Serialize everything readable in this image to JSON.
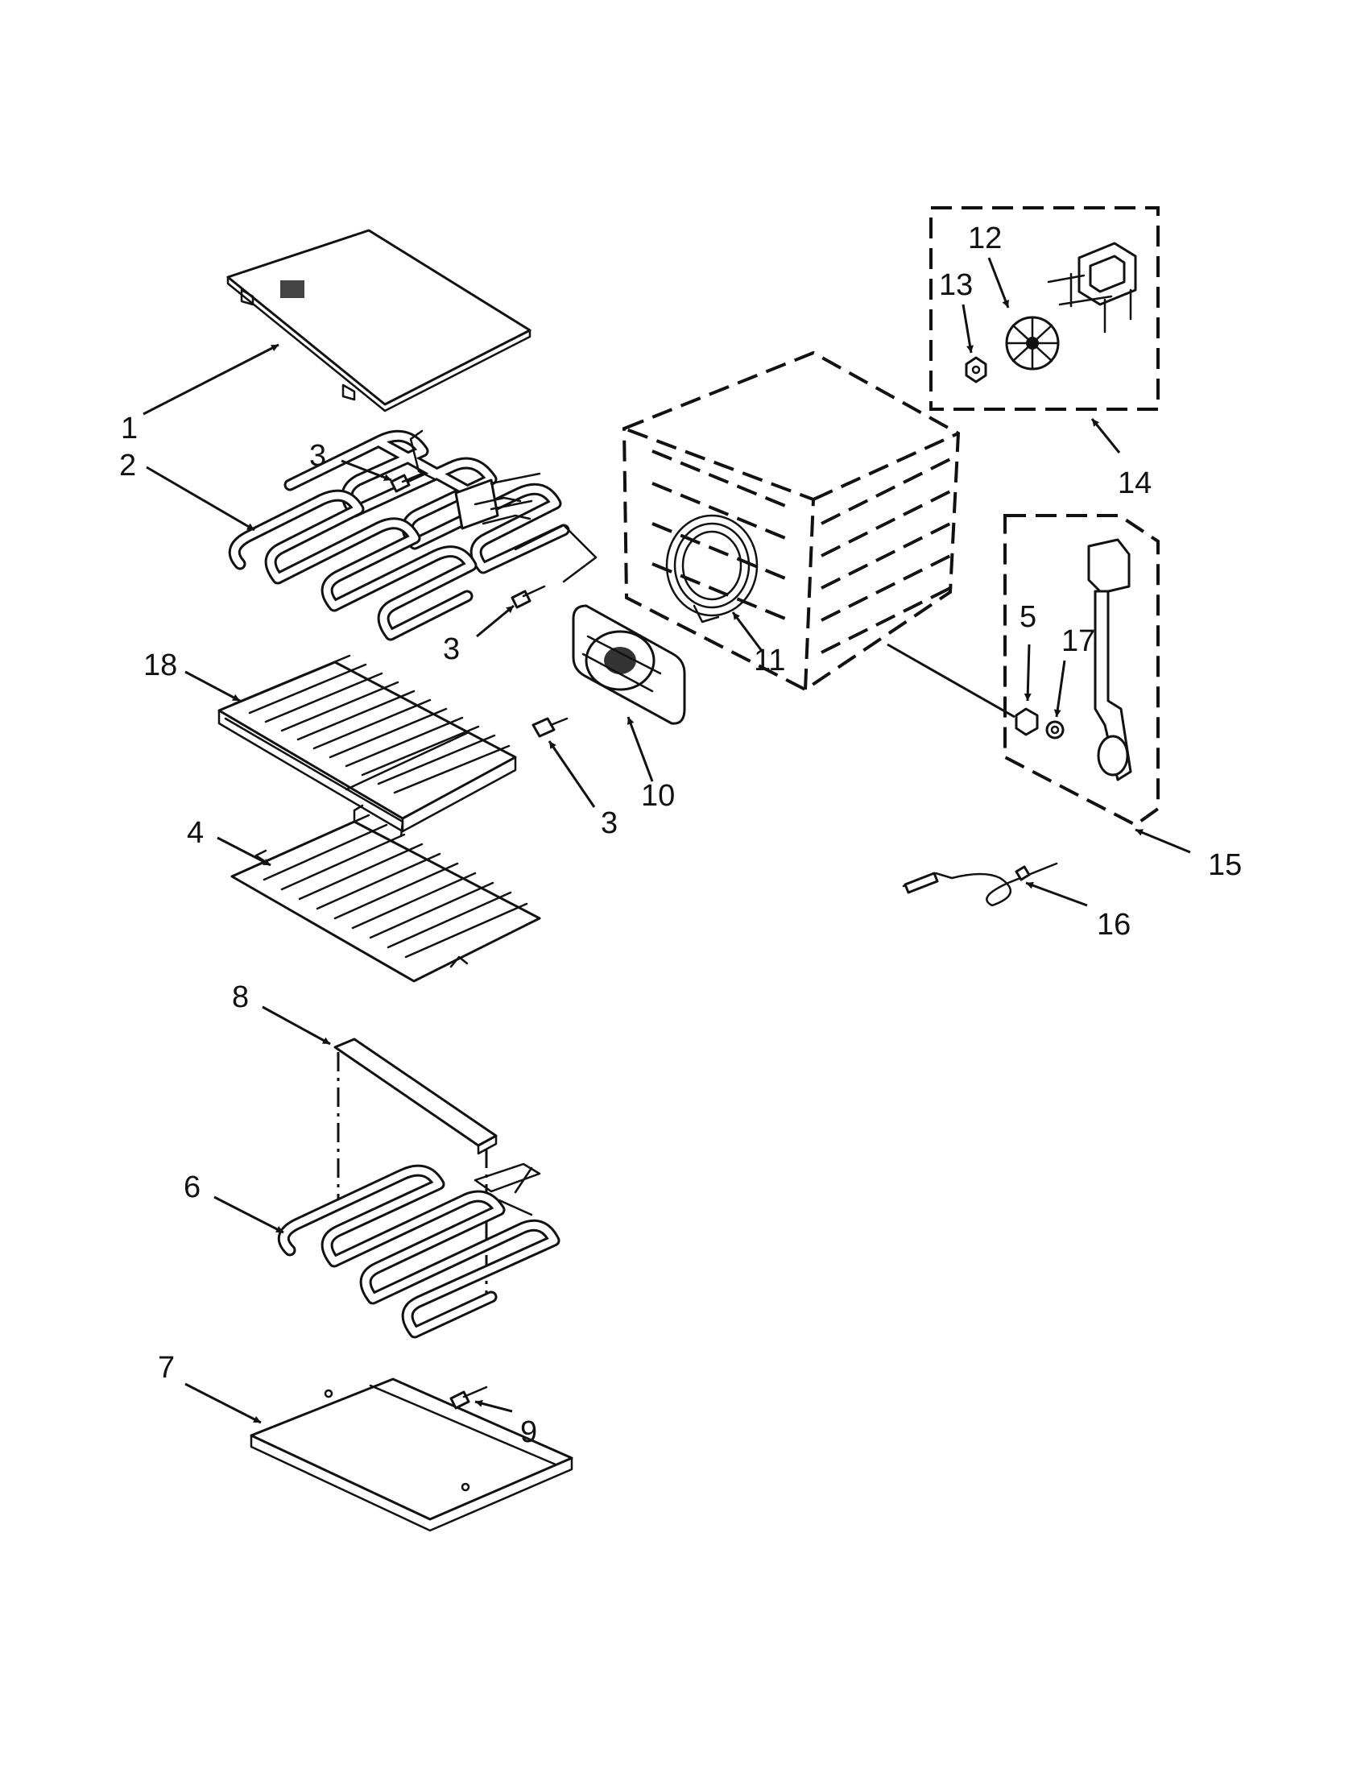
{
  "callouts": [
    {
      "id": "c1",
      "text": "1"
    },
    {
      "id": "c2",
      "text": "2"
    },
    {
      "id": "c3a",
      "text": "3"
    },
    {
      "id": "c3b",
      "text": "3"
    },
    {
      "id": "c3c",
      "text": "3"
    },
    {
      "id": "c4",
      "text": "4"
    },
    {
      "id": "c5",
      "text": "5"
    },
    {
      "id": "c6",
      "text": "6"
    },
    {
      "id": "c7",
      "text": "7"
    },
    {
      "id": "c8",
      "text": "8"
    },
    {
      "id": "c9",
      "text": "9"
    },
    {
      "id": "c10",
      "text": "10"
    },
    {
      "id": "c11",
      "text": "11"
    },
    {
      "id": "c12",
      "text": "12"
    },
    {
      "id": "c13",
      "text": "13"
    },
    {
      "id": "c14",
      "text": "14"
    },
    {
      "id": "c15",
      "text": "15"
    },
    {
      "id": "c16",
      "text": "16"
    },
    {
      "id": "c17",
      "text": "17"
    },
    {
      "id": "c18",
      "text": "18"
    }
  ]
}
